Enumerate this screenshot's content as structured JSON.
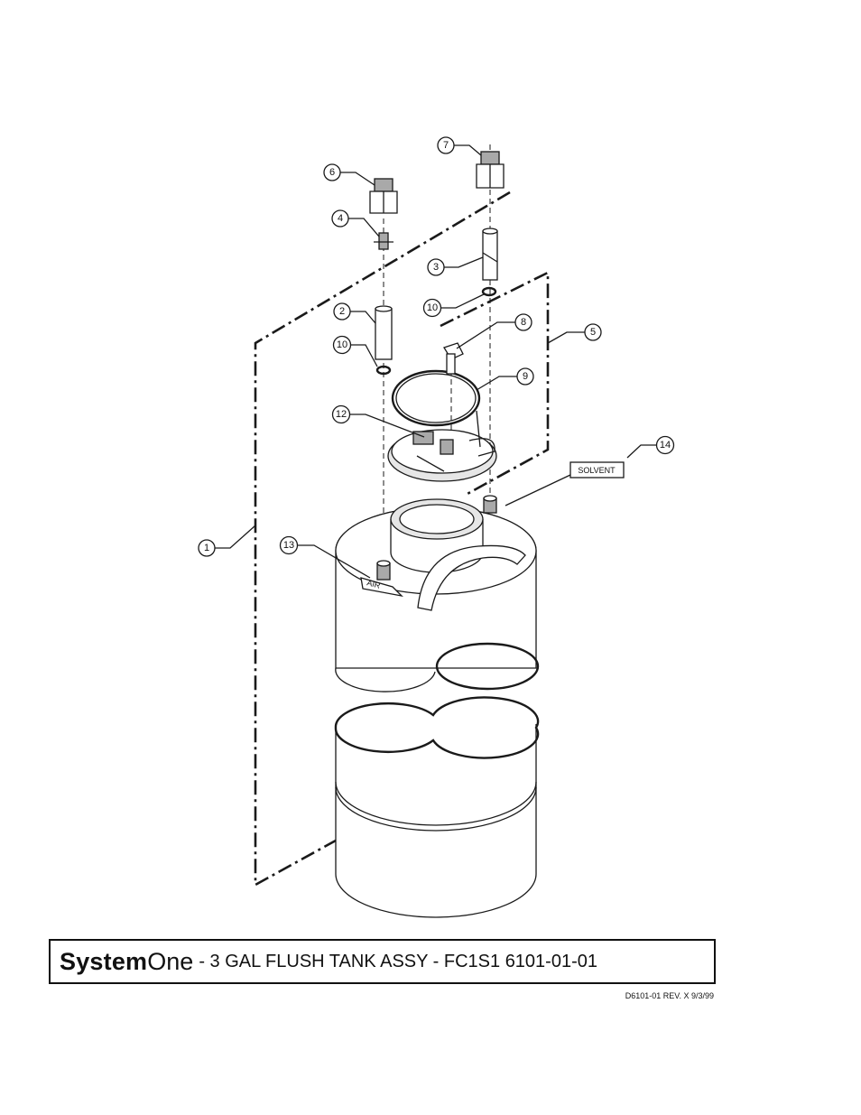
{
  "callouts": [
    {
      "id": "c1",
      "label": "1"
    },
    {
      "id": "c2",
      "label": "2"
    },
    {
      "id": "c3",
      "label": "3"
    },
    {
      "id": "c4",
      "label": "4"
    },
    {
      "id": "c5",
      "label": "5"
    },
    {
      "id": "c6",
      "label": "6"
    },
    {
      "id": "c7",
      "label": "7"
    },
    {
      "id": "c8",
      "label": "8"
    },
    {
      "id": "c9",
      "label": "9"
    },
    {
      "id": "c10a",
      "label": "10"
    },
    {
      "id": "c10b",
      "label": "10"
    },
    {
      "id": "c12",
      "label": "12"
    },
    {
      "id": "c13",
      "label": "13"
    },
    {
      "id": "c14",
      "label": "14"
    }
  ],
  "tags": {
    "solvent": "SOLVENT",
    "air": "AIR"
  },
  "title_block": {
    "brand_bold": "System",
    "brand_light": "One",
    "title": "- 3 GAL FLUSH TANK ASSY - FC1S1   6101-01-01"
  },
  "drawing_ref": "D6101-01  REV. X    9/3/99"
}
